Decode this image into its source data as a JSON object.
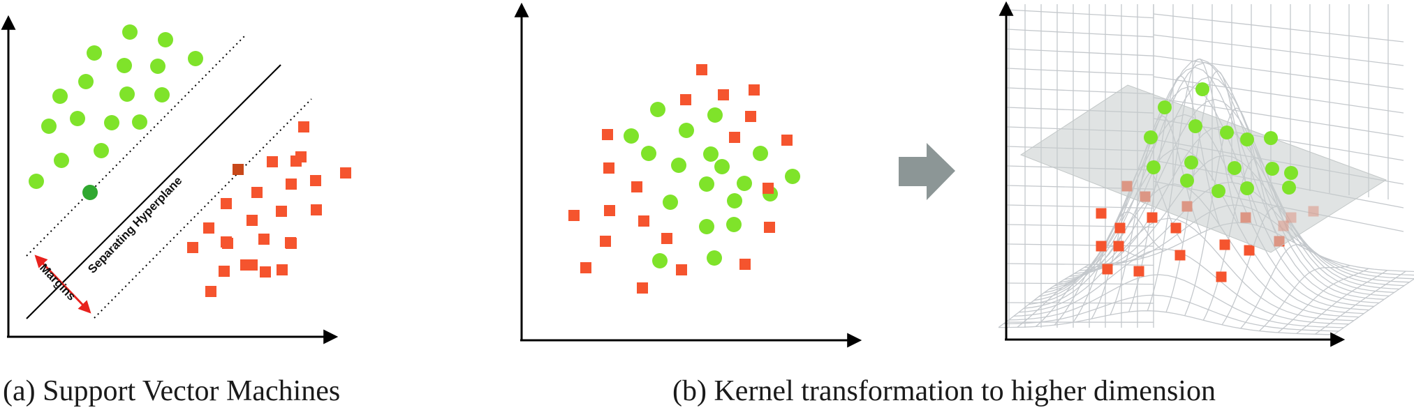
{
  "panel_a": {
    "caption": "(a) Support Vector Machines",
    "hyperplane_label": "Separating Hyperplane",
    "margins_label": "Margins"
  },
  "panel_b": {
    "caption": "(b) Kernel transformation to higher dimension"
  },
  "colors": {
    "circle": "#7fe32a",
    "circle_support": "#2fa82f",
    "square": "#f5542e",
    "square_support": "#c8481a",
    "margin_arrow": "#e8221d",
    "arrow_gray": "#8c9696",
    "grid": "#c4c8cc",
    "plane": "#d9dcdc"
  }
}
